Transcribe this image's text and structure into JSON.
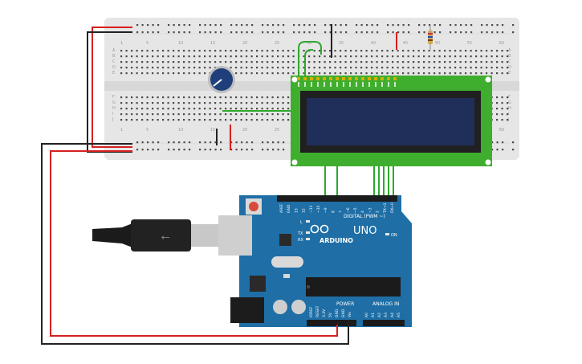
{
  "canvas": {
    "background": "#ffffff"
  },
  "breadboard": {
    "color": "#e6e6e6",
    "column_numbers": [
      "1",
      "5",
      "10",
      "15",
      "20",
      "25",
      "30",
      "35",
      "40",
      "45",
      "50",
      "55",
      "60"
    ],
    "row_letters_top": [
      "A",
      "B",
      "C",
      "D",
      "E"
    ],
    "row_letters_bottom": [
      "F",
      "G",
      "H",
      "I",
      "J"
    ]
  },
  "lcd": {
    "pcb_color": "#3fae2e",
    "screen_color": "#1f2f5a",
    "pin_count": 16
  },
  "arduino": {
    "board_color": "#1f6fa6",
    "brand": "ARDUINO",
    "model": "UNO",
    "digital_header": "DIGITAL (PWM ~)",
    "analog_header": "ANALOG IN",
    "power_header": "POWER",
    "on_label": "ON",
    "tx_label": "TX",
    "rx_label": "RX",
    "l_label": "L",
    "digital_pins": [
      "AREF",
      "GND",
      "13",
      "12",
      "~11",
      "~10",
      "~9",
      "8",
      "7",
      "~6",
      "~5",
      "4",
      "~3",
      "2",
      "TX→1",
      "RX←0"
    ],
    "power_pins": [
      "IOREF",
      "RESET",
      "3.3V",
      "5V",
      "GND",
      "GND",
      "Vin"
    ],
    "analog_pins": [
      "A0",
      "A1",
      "A2",
      "A3",
      "A4",
      "A5"
    ]
  },
  "colors": {
    "wire_red": "#d62020",
    "wire_black": "#222222",
    "wire_green": "#2fa82f"
  }
}
